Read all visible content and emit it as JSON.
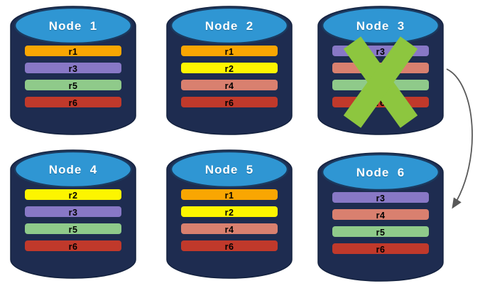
{
  "diagram": {
    "description": "Replica distribution across database nodes with failed node and failover arrow",
    "colors": {
      "cylinder_body": "#1E2C50",
      "cylinder_top": "#2F96D3",
      "failure_x": "#8DC63F",
      "arrow": "#595959"
    },
    "nodes": [
      {
        "name": "Node  1",
        "replicas": [
          {
            "label": "r1",
            "color": "#F9A602"
          },
          {
            "label": "r3",
            "color": "#8878C6"
          },
          {
            "label": "r5",
            "color": "#8FCA8A"
          },
          {
            "label": "r6",
            "color": "#C0392B"
          }
        ]
      },
      {
        "name": "Node  2",
        "replicas": [
          {
            "label": "r1",
            "color": "#F9A602"
          },
          {
            "label": "r2",
            "color": "#FDF500"
          },
          {
            "label": "r4",
            "color": "#D9806F"
          },
          {
            "label": "r6",
            "color": "#C0392B"
          }
        ]
      },
      {
        "name": "Node  3",
        "replicas": [
          {
            "label": "r3",
            "color": "#8878C6"
          },
          {
            "label": "r4",
            "color": "#D9806F"
          },
          {
            "label": "r5",
            "color": "#8FCA8A"
          },
          {
            "label": "r6",
            "color": "#C0392B"
          }
        ]
      },
      {
        "name": "Node  4",
        "replicas": [
          {
            "label": "r2",
            "color": "#FDF500"
          },
          {
            "label": "r3",
            "color": "#8878C6"
          },
          {
            "label": "r5",
            "color": "#8FCA8A"
          },
          {
            "label": "r6",
            "color": "#C0392B"
          }
        ]
      },
      {
        "name": "Node  5",
        "replicas": [
          {
            "label": "r1",
            "color": "#F9A602"
          },
          {
            "label": "r2",
            "color": "#FDF500"
          },
          {
            "label": "r4",
            "color": "#D9806F"
          },
          {
            "label": "r6",
            "color": "#C0392B"
          }
        ]
      },
      {
        "name": "Node  6",
        "replicas": [
          {
            "label": "r3",
            "color": "#8878C6"
          },
          {
            "label": "r4",
            "color": "#D9806F"
          },
          {
            "label": "r5",
            "color": "#8FCA8A"
          },
          {
            "label": "r6",
            "color": "#C0392B"
          }
        ]
      }
    ]
  }
}
